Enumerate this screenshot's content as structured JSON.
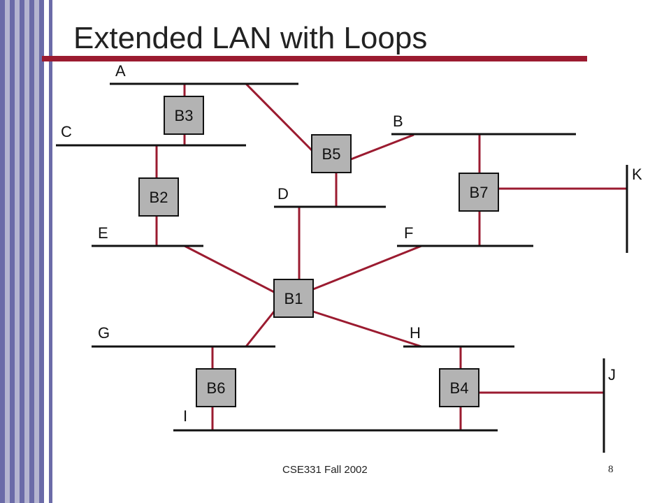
{
  "slide": {
    "title": "Extended LAN with Loops",
    "footer": "CSE331 Fall 2002",
    "page_number": "8",
    "accent_color": "#9b1b30",
    "stripe_colors": [
      "#6b6ba8",
      "#b5b5d0",
      "#ffffff"
    ]
  },
  "diagram": {
    "segments": [
      {
        "id": "A",
        "label": "A"
      },
      {
        "id": "B",
        "label": "B"
      },
      {
        "id": "C",
        "label": "C"
      },
      {
        "id": "D",
        "label": "D"
      },
      {
        "id": "E",
        "label": "E"
      },
      {
        "id": "F",
        "label": "F"
      },
      {
        "id": "G",
        "label": "G"
      },
      {
        "id": "H",
        "label": "H"
      },
      {
        "id": "I",
        "label": "I"
      },
      {
        "id": "J",
        "label": "J"
      },
      {
        "id": "K",
        "label": "K"
      }
    ],
    "bridges": [
      {
        "id": "B1",
        "label": "B1",
        "connects": [
          "D",
          "E",
          "F",
          "G",
          "H"
        ]
      },
      {
        "id": "B2",
        "label": "B2",
        "connects": [
          "C",
          "E"
        ]
      },
      {
        "id": "B3",
        "label": "B3",
        "connects": [
          "A",
          "C"
        ]
      },
      {
        "id": "B4",
        "label": "B4",
        "connects": [
          "H",
          "I",
          "J"
        ]
      },
      {
        "id": "B5",
        "label": "B5",
        "connects": [
          "A",
          "B",
          "D"
        ]
      },
      {
        "id": "B6",
        "label": "B6",
        "connects": [
          "G",
          "I"
        ]
      },
      {
        "id": "B7",
        "label": "B7",
        "connects": [
          "B",
          "F",
          "K"
        ]
      }
    ]
  }
}
